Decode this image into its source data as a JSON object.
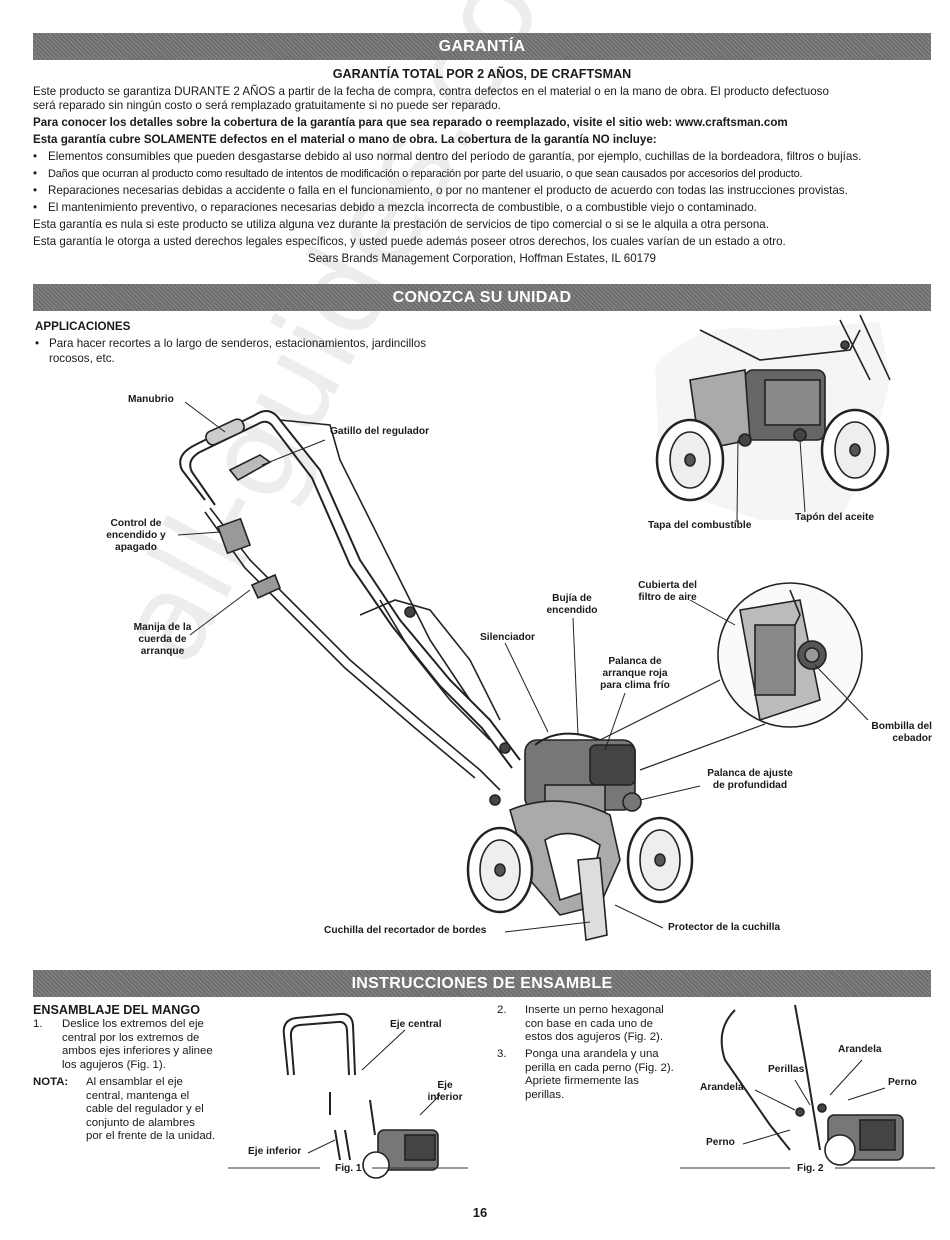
{
  "warranty": {
    "banner": "GARANTÍA",
    "title": "GARANTÍA TOTAL POR 2 AÑOS, DE CRAFTSMAN",
    "intro_1": "Este producto se garantiza DURANTE 2 AÑOS a partir de la fecha de compra, contra defectos en el material o en la mano de obra. El producto defectuoso",
    "intro_2": "será reparado sin ningún costo o será remplazado gratuitamente si no puede ser reparado.",
    "bold_1": "Para conocer los detalles sobre la cobertura de la garantía para que sea reparado o reemplazado, visite el sitio web: www.craftsman.com",
    "bold_2": "Esta garantía cubre SOLAMENTE defectos en el material o mano de obra. La cobertura de la garantía NO incluye:",
    "bullets": [
      "Elementos consumibles que pueden desgastarse debido al uso normal dentro del período de garantía, por ejemplo, cuchillas de la bordeadora, filtros o bujías.",
      "Daños que ocurran al producto como resultado de intentos de modificación o reparación por parte del usuario, o que sean causados por accesorios del producto.",
      "Reparaciones necesarias debidas a accidente o falla en el funcionamiento, o por no mantener el producto de acuerdo con todas las instrucciones provistas.",
      "El mantenimiento preventivo, o reparaciones necesarias debido a mezcla incorrecta de combustible, o a combustible viejo o contaminado."
    ],
    "note_1": "Esta garantía es nula si este producto se utiliza alguna vez durante la prestación de servicios de tipo comercial o si se le alquila a otra persona.",
    "note_2": "Esta garantía le otorga a usted derechos legales específicos, y usted puede además poseer otros derechos, los cuales varían de un estado a otro.",
    "company": "Sears Brands Management Corporation, Hoffman Estates, IL 60179"
  },
  "know_unit": {
    "banner": "CONOZCA SU UNIDAD",
    "applications_heading": "APPLICACIONES",
    "application_line_1": "Para hacer recortes a lo largo de senderos, estacionamientos, jardincillos",
    "application_line_2": "rocosos, etc.",
    "labels": {
      "handle": "Manubrio",
      "throttle": "Gatillo del regulador",
      "onoff_1": "Control de",
      "onoff_2": "encendido y",
      "onoff_3": "apagado",
      "starter_1": "Manija de la",
      "starter_2": "cuerda de",
      "starter_3": "arranque",
      "muffler": "Silenciador",
      "spark_1": "Bujía de",
      "spark_2": "encendido",
      "aircover_1": "Cubierta del",
      "aircover_2": "filtro de aire",
      "choke_1": "Palanca de",
      "choke_2": "arranque roja",
      "choke_3": "para clima frío",
      "primer_1": "Bombilla del",
      "primer_2": "cebador",
      "depth_1": "Palanca de ajuste",
      "depth_2": "de profundidad",
      "blade": "Cuchilla del recortador de bordes",
      "guard": "Protector de la cuchilla",
      "fuel_cap": "Tapa del combustible",
      "oil_cap": "Tapón del aceite"
    }
  },
  "assembly": {
    "banner": "INSTRUCCIONES DE ENSAMBLE",
    "heading": "ENSAMBLAJE DEL MANGO",
    "step1_num": "1.",
    "step1": [
      "Deslice los extremos del eje",
      "central por los extremos de",
      "ambos ejes inferiores y alinee",
      "los agujeros (Fig. 1)."
    ],
    "note_label": "NOTA:",
    "note": [
      "Al ensamblar el eje",
      "central, mantenga el",
      "cable del regulador y el",
      "conjunto de alambres",
      "por el frente de la unidad."
    ],
    "step2_num": "2.",
    "step2": [
      "Inserte un perno hexagonal",
      "con base en cada uno de",
      "estos dos agujeros (Fig. 2)."
    ],
    "step3_num": "3.",
    "step3": [
      "Ponga una arandela y una",
      "perilla en cada perno (Fig. 2).",
      "Apriete firmemente las",
      "perillas."
    ],
    "fig1": {
      "caption": "Fig. 1",
      "center_shaft": "Eje central",
      "lower_shaft_1": "Eje",
      "lower_shaft_2": "inferior",
      "lower_shaft_left": "Eje inferior"
    },
    "fig2": {
      "caption": "Fig. 2",
      "washer_top": "Arandela",
      "knobs": "Perillas",
      "washer_left": "Arandela",
      "bolt_right": "Perno",
      "bolt_left": "Perno"
    }
  },
  "footer": {
    "page_number": "16",
    "watermark": "all-guides.com"
  }
}
